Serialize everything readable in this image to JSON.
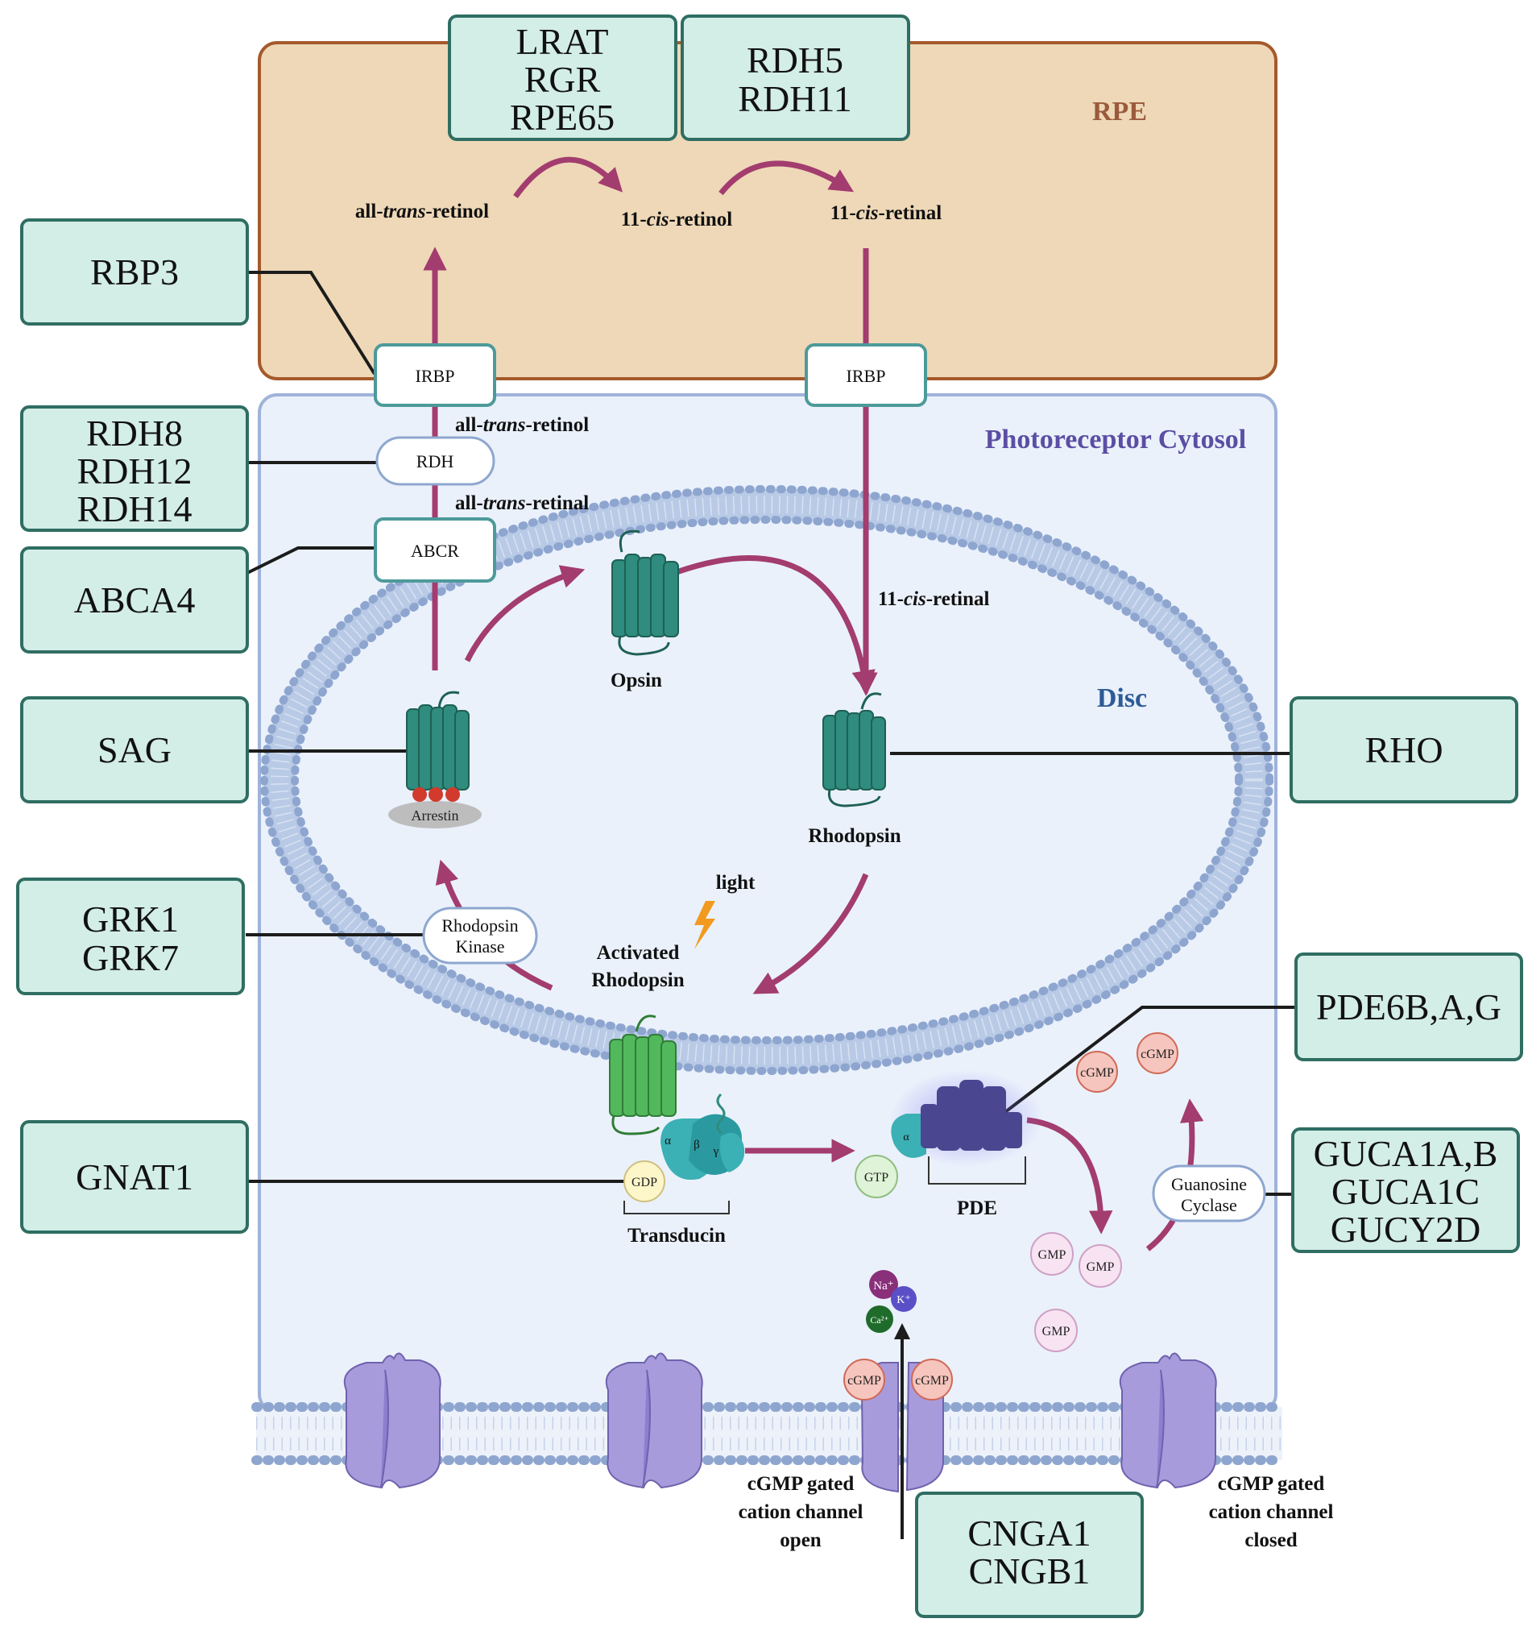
{
  "regions": {
    "rpe": "RPE",
    "cytosol": "Photoreceptor Cytosol",
    "disc": "Disc"
  },
  "genes": {
    "lrat_group": [
      "LRAT",
      "RGR",
      "RPE65"
    ],
    "rdh5_group": [
      "RDH5",
      "RDH11"
    ],
    "rbp3": "RBP3",
    "rdh8_group": [
      "RDH8",
      "RDH12",
      "RDH14"
    ],
    "abca4": "ABCA4",
    "sag": "SAG",
    "rho": "RHO",
    "grk_group": [
      "GRK1",
      "GRK7"
    ],
    "pde": "PDE6B,A,G",
    "guca_group": [
      "GUCA1A,B",
      "GUCA1C",
      "GUCY2D"
    ],
    "gnat1": "GNAT1",
    "cng_group": [
      "CNGA1",
      "CNGB1"
    ]
  },
  "labels": {
    "all_trans_retinol_rpe": [
      "all-",
      "trans",
      "-retinol"
    ],
    "eleven_cis_retinol": [
      "11-",
      "cis",
      "-retinol"
    ],
    "eleven_cis_retinal_rpe": [
      "11-",
      "cis",
      "-retinal"
    ],
    "irbp_left": "IRBP",
    "irbp_right": "IRBP",
    "all_trans_retinol_cyto": [
      "all-",
      "trans",
      "-retinol"
    ],
    "rdh": "RDH",
    "all_trans_retinal": [
      "all-",
      "trans",
      "-retinal"
    ],
    "abcr": "ABCR",
    "eleven_cis_retinal_cyto": [
      "11-",
      "cis",
      "-retinal"
    ],
    "opsin": "Opsin",
    "arrestin": "Arrestin",
    "rhodopsin": "Rhodopsin",
    "light": "light",
    "rhodopsin_kinase": [
      "Rhodopsin",
      "Kinase"
    ],
    "activated_rhodopsin": [
      "Activated",
      "Rhodopsin"
    ],
    "gdp": "GDP",
    "gtp": "GTP",
    "alpha": "α",
    "beta": "β",
    "gamma": "γ",
    "transducin": "Transducin",
    "pde": "PDE",
    "cgmp": "cGMP",
    "gmp": "GMP",
    "guanosine_cyclase": [
      "Guanosine",
      "Cyclase"
    ],
    "ion_na": "Na⁺",
    "ion_k": "K⁺",
    "ion_ca": "Ca²⁺",
    "channel_open": [
      "cGMP gated",
      "cation channel",
      "open"
    ],
    "channel_closed": [
      "cGMP gated",
      "cation channel",
      "closed"
    ]
  },
  "colors": {
    "rpe_fill": "#eed8b7",
    "rpe_border": "#a5592b",
    "cytosol_fill": "#eaf1fb",
    "cytosol_border": "#9fb3d9",
    "gene_fill": "#d3ede7",
    "gene_border": "#2f6e62",
    "arrow": "#a33c6f",
    "rpe_title": "#9b5a3c",
    "cytosol_title": "#5b4ea3",
    "disc_title": "#2d5b96"
  }
}
